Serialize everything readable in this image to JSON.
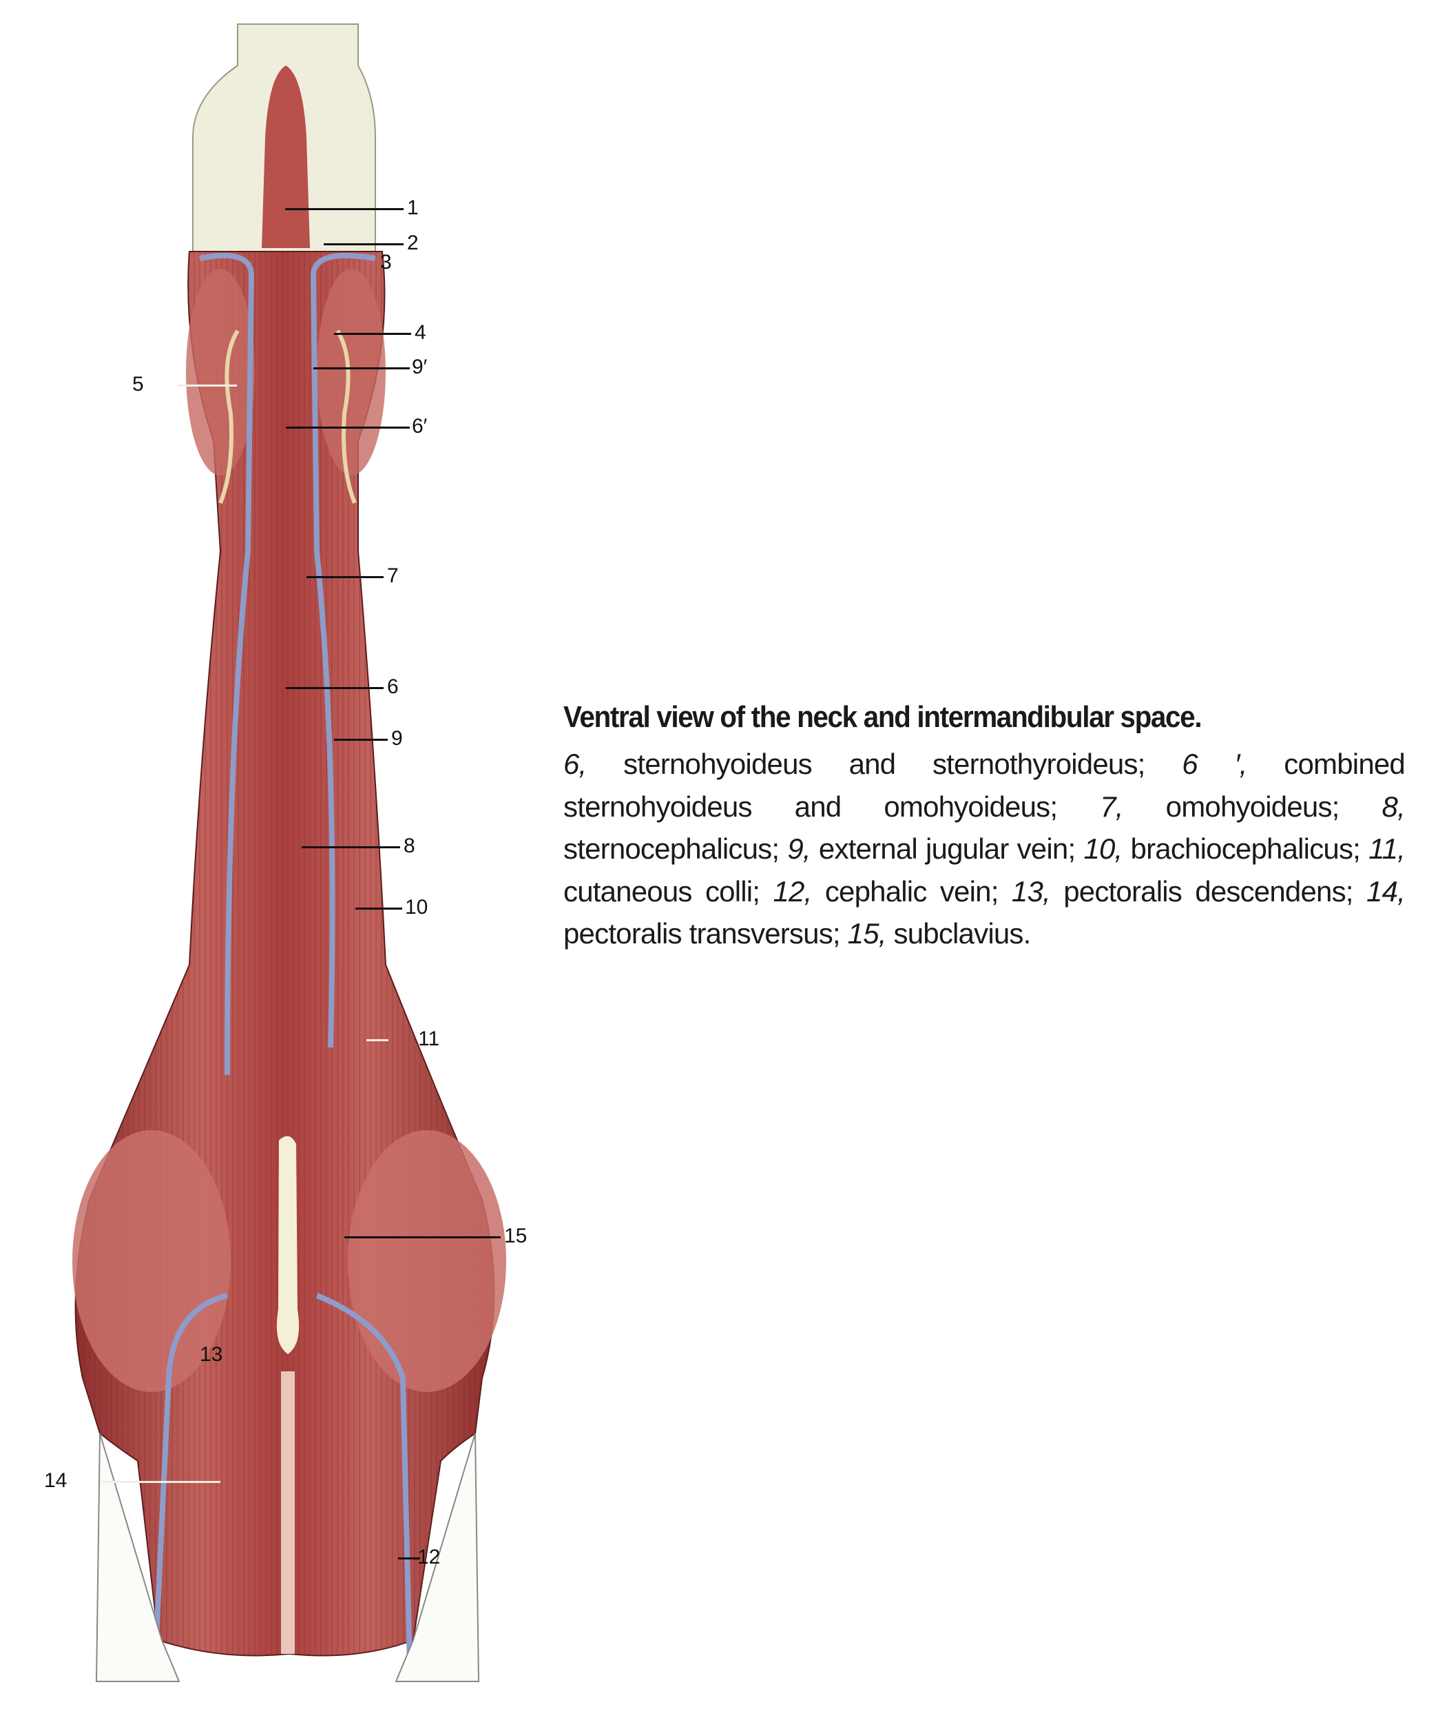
{
  "figure": {
    "labels": {
      "l1": "1",
      "l2": "2",
      "l3": "3",
      "l4": "4",
      "l9p": "9′",
      "l5": "5",
      "l6p": "6′",
      "l7": "7",
      "l6": "6",
      "l9": "9",
      "l8": "8",
      "l10": "10",
      "l11": "11",
      "l15": "15",
      "l13": "13",
      "l14": "14",
      "l12": "12"
    },
    "colors": {
      "muscle": "#b9534f",
      "muscle_dark": "#8e2f2e",
      "vein": "#8e9cc9",
      "bone": "#efeedd",
      "nerve": "#e6d6a8"
    }
  },
  "caption": {
    "title": "Ventral view of the neck and intermandibular space.",
    "items": [
      {
        "num": "6,",
        "text": " sternohyoideus and sternothyroideus; "
      },
      {
        "num": "6 ′,",
        "text": " combined sternohyoideus and omohyoideus; "
      },
      {
        "num": "7,",
        "text": " omohyoideus; "
      },
      {
        "num": "8,",
        "text": " sternocephalicus; "
      },
      {
        "num": "9,",
        "text": " external jugular vein; "
      },
      {
        "num": "10,",
        "text": " brachioce­phalicus; "
      },
      {
        "num": "11,",
        "text": " cutaneous colli; "
      },
      {
        "num": "12,",
        "text": " cephalic vein; "
      },
      {
        "num": "13,",
        "text": " pectoralis descendens; "
      },
      {
        "num": "14,",
        "text": " pectoralis transversus; "
      },
      {
        "num": "15,",
        "text": " subclavius."
      }
    ]
  }
}
